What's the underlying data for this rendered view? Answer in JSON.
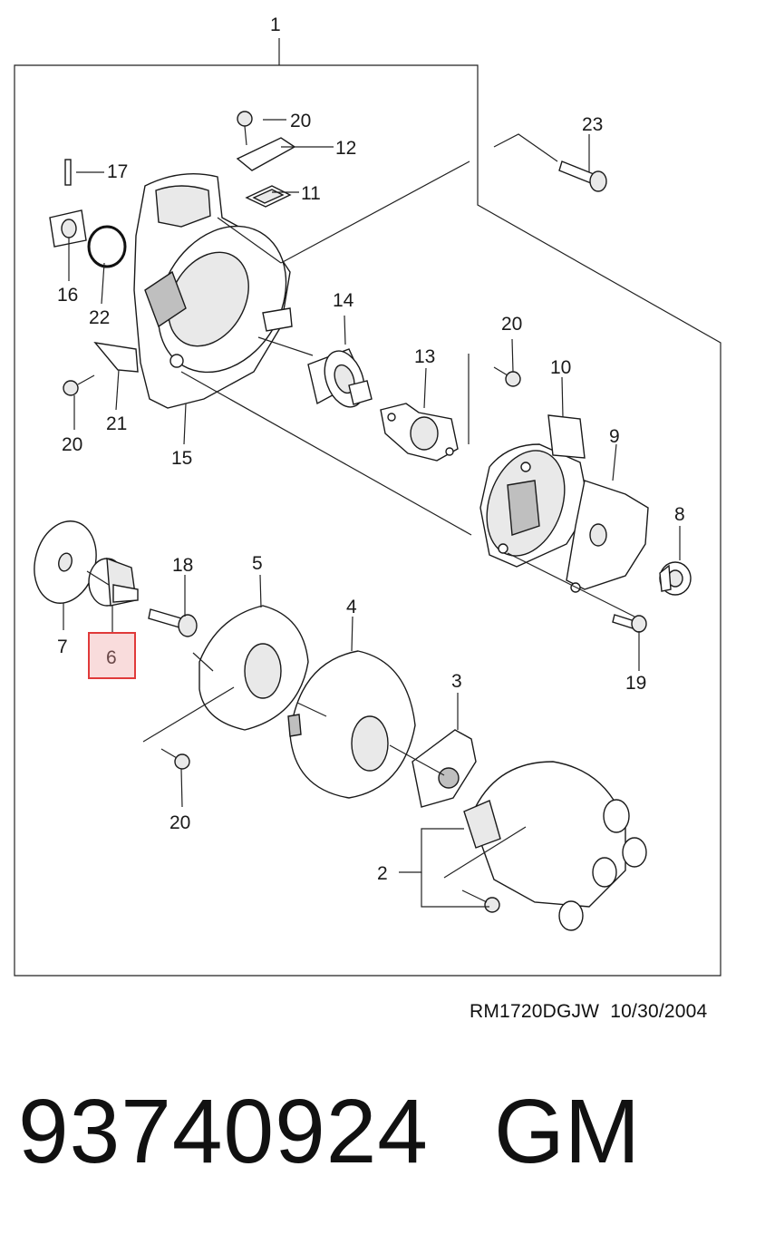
{
  "callouts": {
    "c1": "1",
    "c2": "2",
    "c3": "3",
    "c4": "4",
    "c5": "5",
    "c6": "6",
    "c7": "7",
    "c8": "8",
    "c9": "9",
    "c10": "10",
    "c11": "11",
    "c12": "12",
    "c13": "13",
    "c14": "14",
    "c15": "15",
    "c16": "16",
    "c17": "17",
    "c18": "18",
    "c19": "19",
    "c20a": "20",
    "c20b": "20",
    "c20c": "20",
    "c20d": "20",
    "c21": "21",
    "c22": "22",
    "c23": "23"
  },
  "highlighted_callout": "6",
  "highlight_color": "#e03a3a",
  "highlight_fill": "#f9dcdc",
  "reference": {
    "code": "RM1720DGJW",
    "date": "10/30/2004"
  },
  "part_number": "93740924",
  "brand": "GM"
}
